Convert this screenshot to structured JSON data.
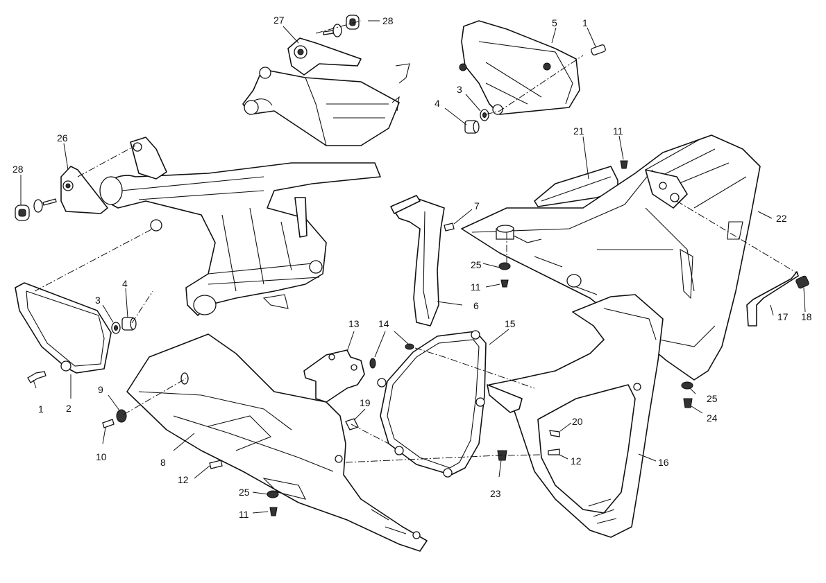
{
  "diagram": {
    "callouts": [
      {
        "id": "c27",
        "label": "27"
      },
      {
        "id": "c28a",
        "label": "28"
      },
      {
        "id": "c5",
        "label": "5"
      },
      {
        "id": "c1a",
        "label": "1"
      },
      {
        "id": "c3a",
        "label": "3"
      },
      {
        "id": "c4a",
        "label": "4"
      },
      {
        "id": "c21",
        "label": "21"
      },
      {
        "id": "c11a",
        "label": "11"
      },
      {
        "id": "c26",
        "label": "26"
      },
      {
        "id": "c28b",
        "label": "28"
      },
      {
        "id": "c22",
        "label": "22"
      },
      {
        "id": "c7",
        "label": "7"
      },
      {
        "id": "c25a",
        "label": "25"
      },
      {
        "id": "c11b",
        "label": "11"
      },
      {
        "id": "c6",
        "label": "6"
      },
      {
        "id": "c3b",
        "label": "3"
      },
      {
        "id": "c4b",
        "label": "4"
      },
      {
        "id": "c17",
        "label": "17"
      },
      {
        "id": "c18",
        "label": "18"
      },
      {
        "id": "c13",
        "label": "13"
      },
      {
        "id": "c14",
        "label": "14"
      },
      {
        "id": "c15",
        "label": "15"
      },
      {
        "id": "c1b",
        "label": "1"
      },
      {
        "id": "c2",
        "label": "2"
      },
      {
        "id": "c9",
        "label": "9"
      },
      {
        "id": "c19",
        "label": "19"
      },
      {
        "id": "c25b",
        "label": "25"
      },
      {
        "id": "c24",
        "label": "24"
      },
      {
        "id": "c20",
        "label": "20"
      },
      {
        "id": "c10",
        "label": "10"
      },
      {
        "id": "c8",
        "label": "8"
      },
      {
        "id": "c12a",
        "label": "12"
      },
      {
        "id": "c16",
        "label": "16"
      },
      {
        "id": "c12b",
        "label": "12"
      },
      {
        "id": "c23",
        "label": "23"
      },
      {
        "id": "c25c",
        "label": "25"
      },
      {
        "id": "c11c",
        "label": "11"
      }
    ]
  }
}
